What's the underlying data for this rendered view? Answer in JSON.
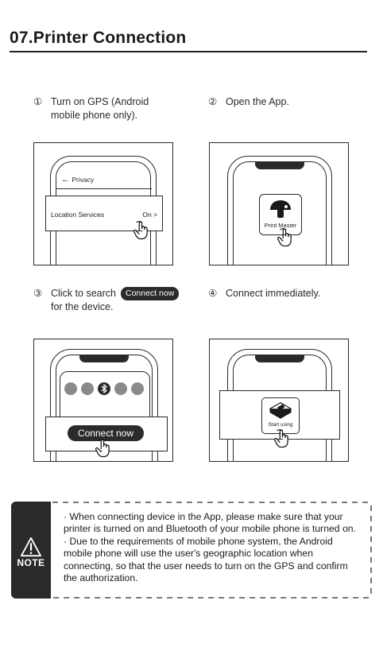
{
  "section": {
    "title": "07.Printer Connection"
  },
  "steps": [
    {
      "num": "①",
      "text": "Turn on GPS (Android mobile phone only)."
    },
    {
      "num": "②",
      "text": "Open the App."
    },
    {
      "num": "③",
      "text_a": "Click to search",
      "pill": "Connect now",
      "text_b": "for the device."
    },
    {
      "num": "④",
      "text": "Connect immediately."
    }
  ],
  "panel1": {
    "back_label": "Privacy",
    "row_label": "Location Services",
    "row_value": "On >"
  },
  "panel2": {
    "app_name": "Print Master"
  },
  "panel3": {
    "button_label": "Connect now"
  },
  "panel4": {
    "action_label": "Start using"
  },
  "note": {
    "label": "NOTE",
    "paragraphs": [
      "· When connecting device in the App, please make sure that your printer is turned on and Bluetooth of your mobile phone is turned on.",
      "· Due to the requirements of mobile phone system, the Android mobile phone will use the user's geographic location when connecting, so that the user needs to turn on the GPS and confirm the authorization."
    ]
  },
  "colors": {
    "ink": "#2a2a2a",
    "dot_gray": "#8a8a8a"
  }
}
